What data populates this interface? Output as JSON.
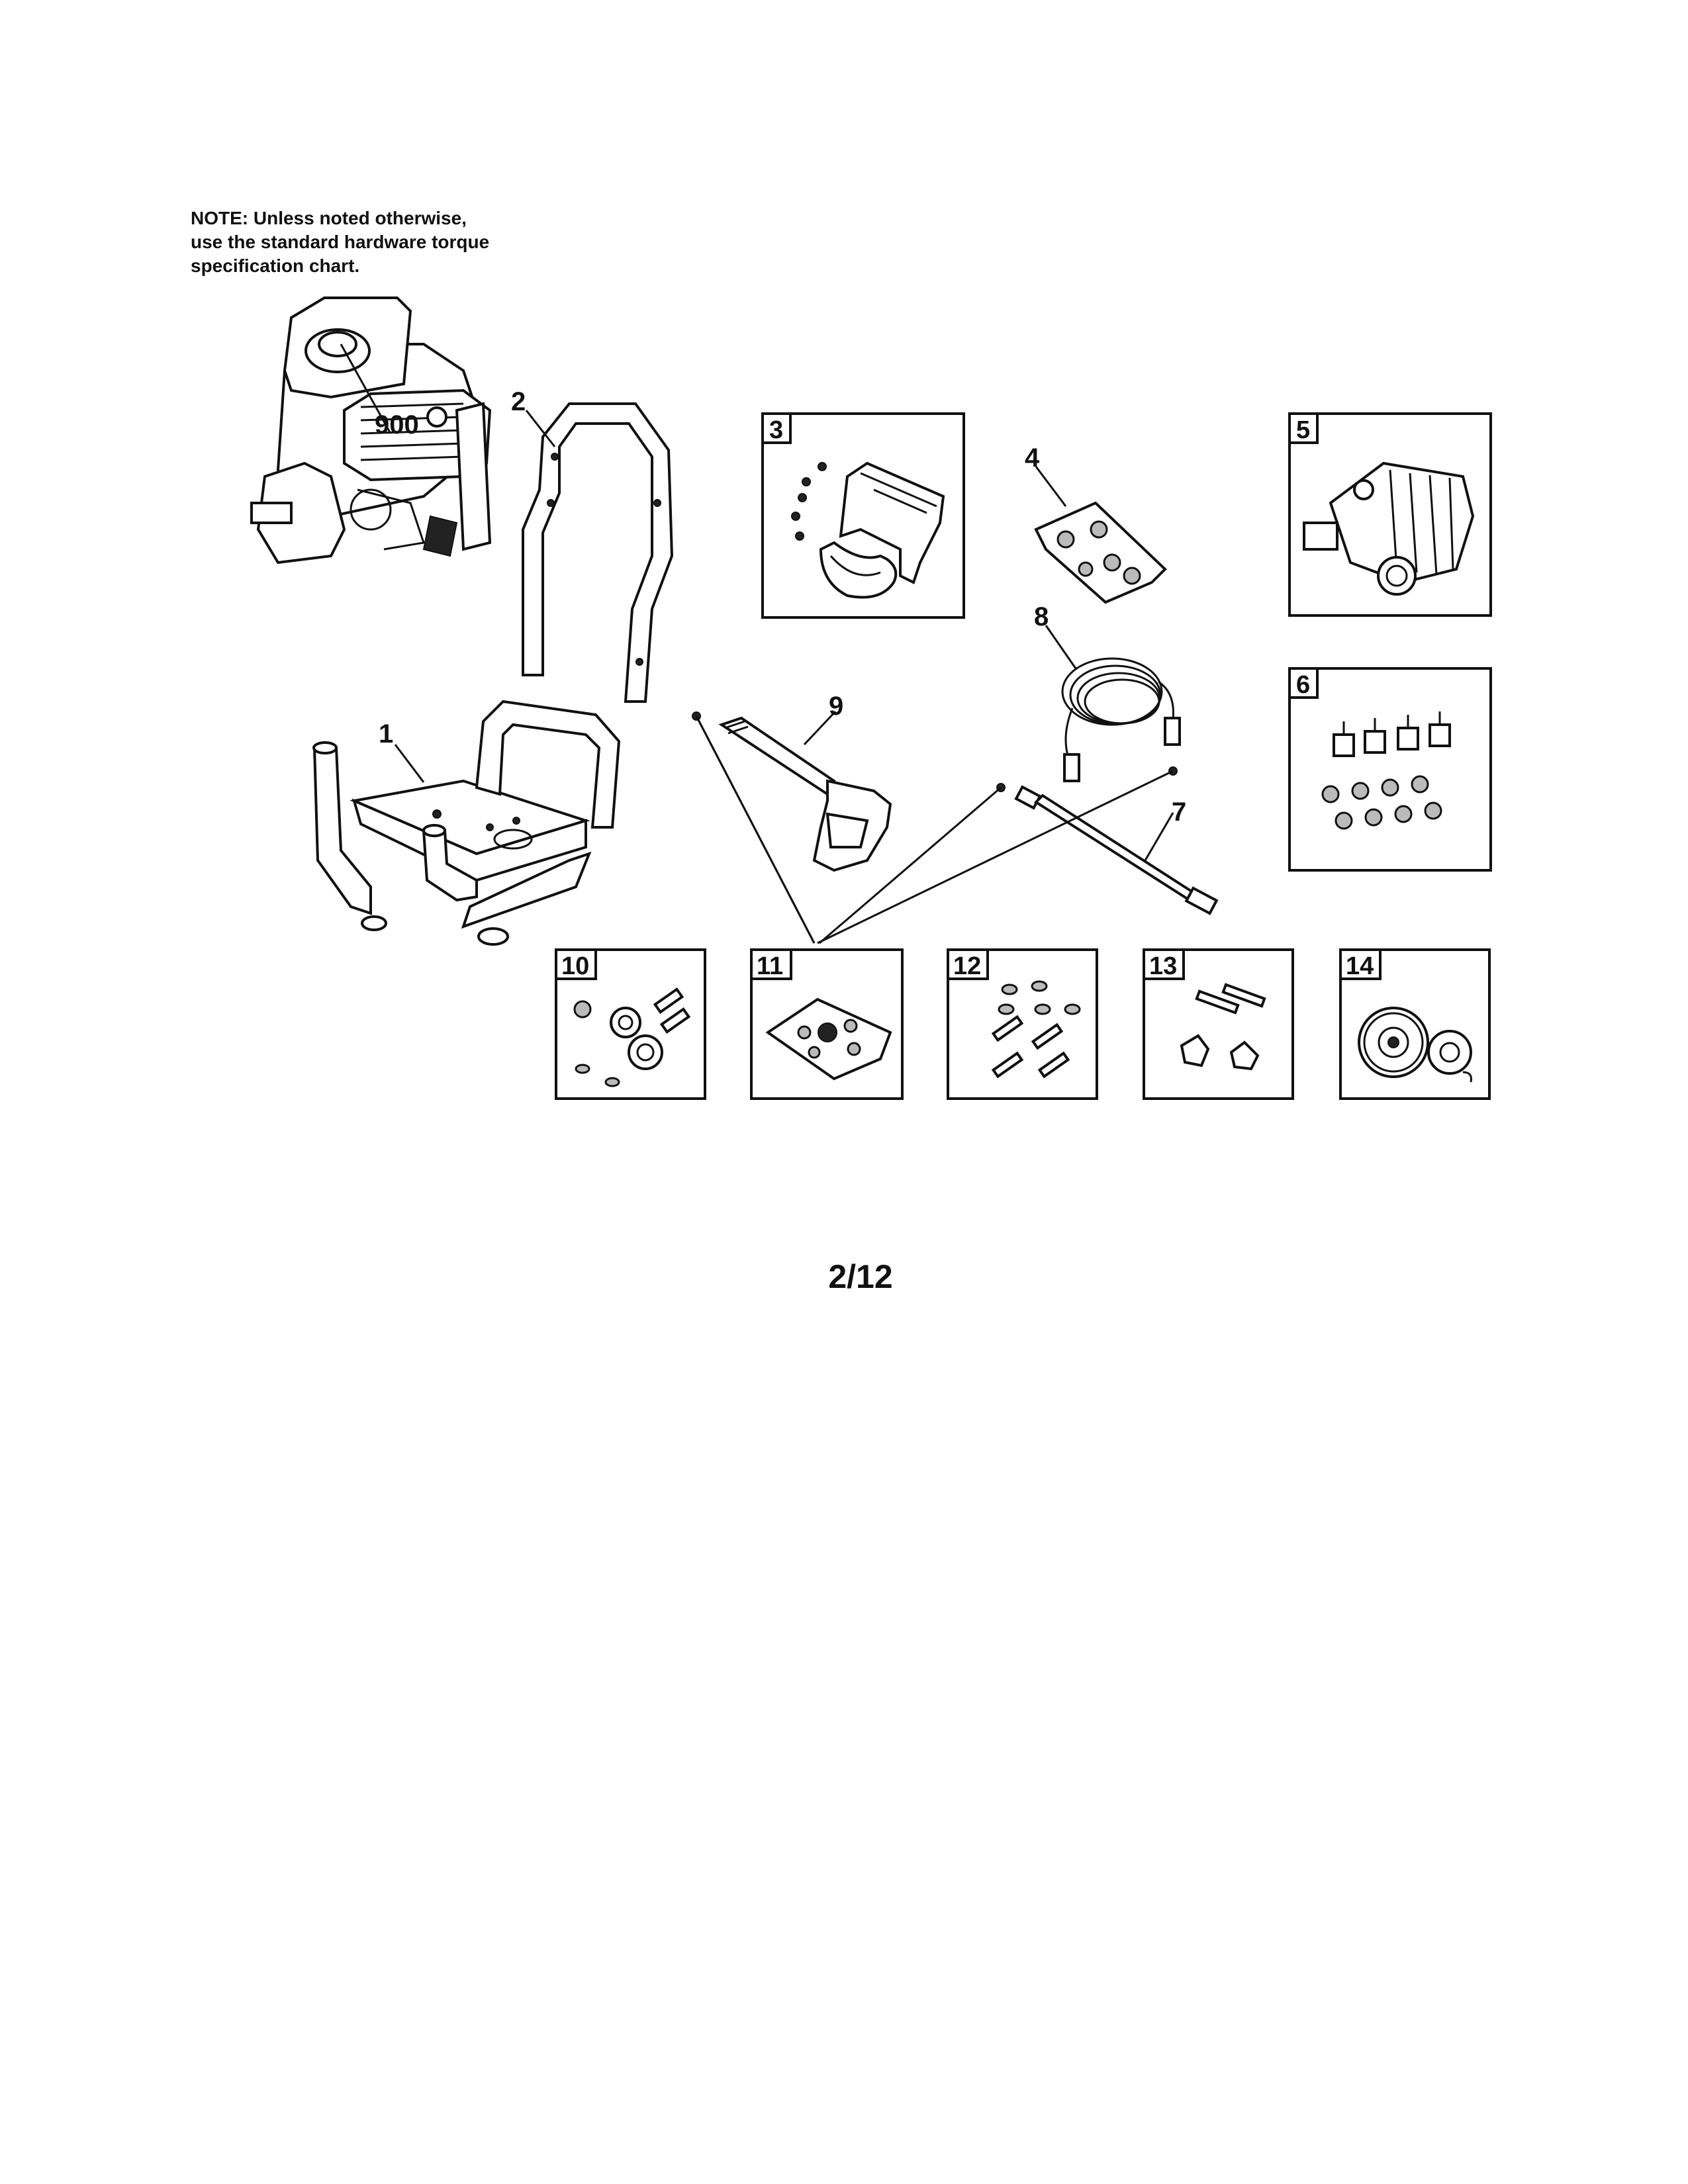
{
  "note": {
    "lines": [
      "NOTE: Unless noted otherwise,",
      "use the standard hardware torque",
      "specification chart."
    ]
  },
  "callouts": {
    "engine": "900",
    "frame": "1",
    "handle": "2",
    "hose": "8",
    "spray_gun": "9",
    "wand": "7",
    "hardware_kit_4": "4"
  },
  "boxes": {
    "b3": "3",
    "b5": "5",
    "b6": "6",
    "b10": "10",
    "b11": "11",
    "b12": "12",
    "b13": "13",
    "b14": "14"
  },
  "page_number": "2/12"
}
